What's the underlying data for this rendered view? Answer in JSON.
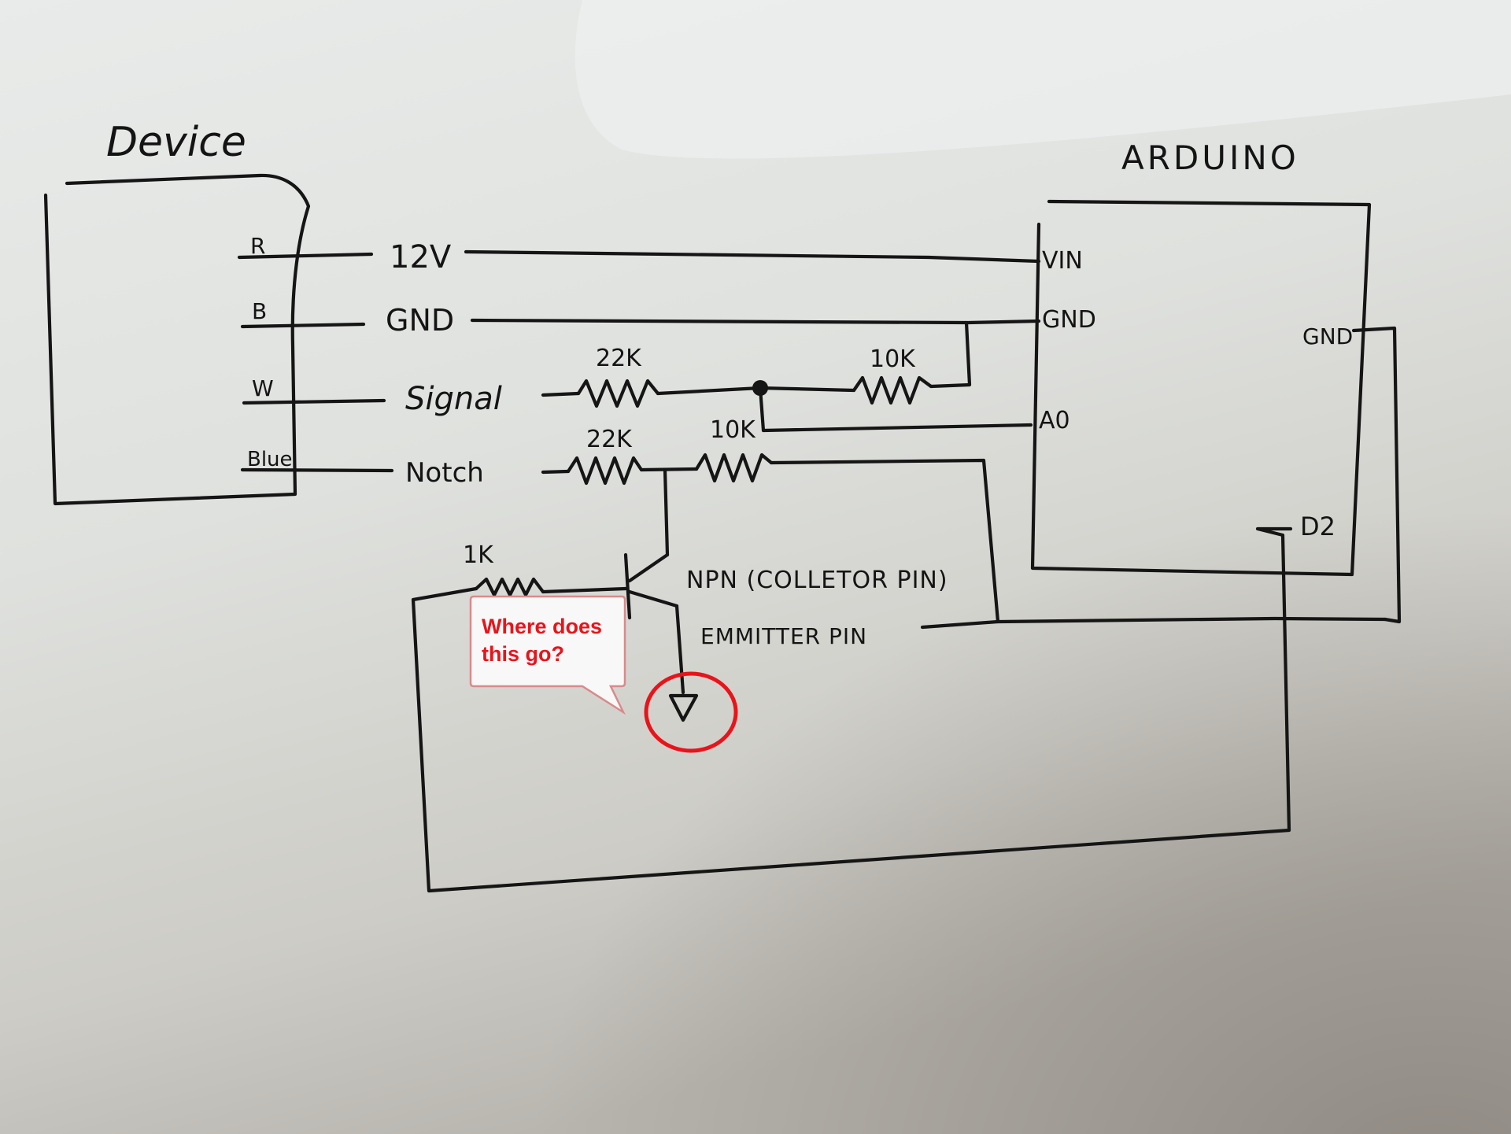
{
  "device": {
    "title": "Device",
    "pins": [
      "R",
      "B",
      "W",
      "Blue"
    ]
  },
  "arduino": {
    "title": "ARDUINO",
    "pins": {
      "vin": "VIN",
      "gnd_left": "GND",
      "a0": "A0",
      "gnd_right": "GND",
      "d2": "D2"
    }
  },
  "wires": {
    "v12": "12V",
    "gnd": "GND",
    "signal": "Signal",
    "notch": "Notch"
  },
  "components": {
    "r_signal_22k": "22K",
    "r_signal_10k": "10K",
    "r_notch_22k": "22K",
    "r_notch_10k": "10K",
    "r_base_1k": "1K",
    "npn_label": "NPN (COLLETOR PIN)",
    "emitter_label": "EMMITTER PIN"
  },
  "callout": {
    "line1": "Where does",
    "line2": "this go?"
  },
  "colors": {
    "ink": "#151515",
    "highlight": "#e8141b",
    "paper": "#e3e5e2"
  }
}
